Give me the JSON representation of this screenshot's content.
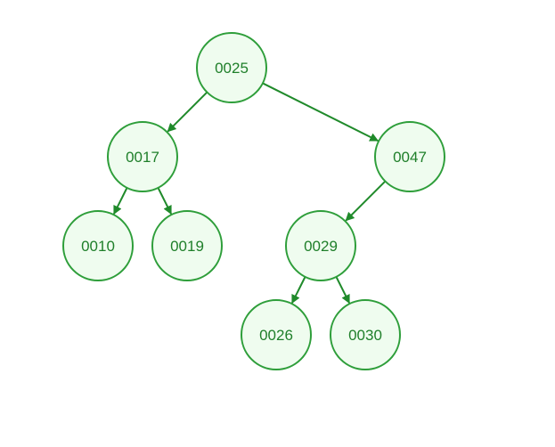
{
  "style": {
    "stroke_color": "#2e9e3a",
    "fill_color": "#effcef",
    "text_color": "#1f7f2a",
    "arrow_color": "#1f8a2a"
  },
  "tree": {
    "nodes": [
      {
        "id": "n25",
        "label": "0025"
      },
      {
        "id": "n17",
        "label": "0017"
      },
      {
        "id": "n47",
        "label": "0047"
      },
      {
        "id": "n10",
        "label": "0010"
      },
      {
        "id": "n19",
        "label": "0019"
      },
      {
        "id": "n29",
        "label": "0029"
      },
      {
        "id": "n26",
        "label": "0026"
      },
      {
        "id": "n30",
        "label": "0030"
      }
    ],
    "edges": [
      {
        "from": "n25",
        "to": "n17"
      },
      {
        "from": "n25",
        "to": "n47"
      },
      {
        "from": "n17",
        "to": "n10"
      },
      {
        "from": "n17",
        "to": "n19"
      },
      {
        "from": "n47",
        "to": "n29"
      },
      {
        "from": "n29",
        "to": "n26"
      },
      {
        "from": "n29",
        "to": "n30"
      }
    ]
  }
}
